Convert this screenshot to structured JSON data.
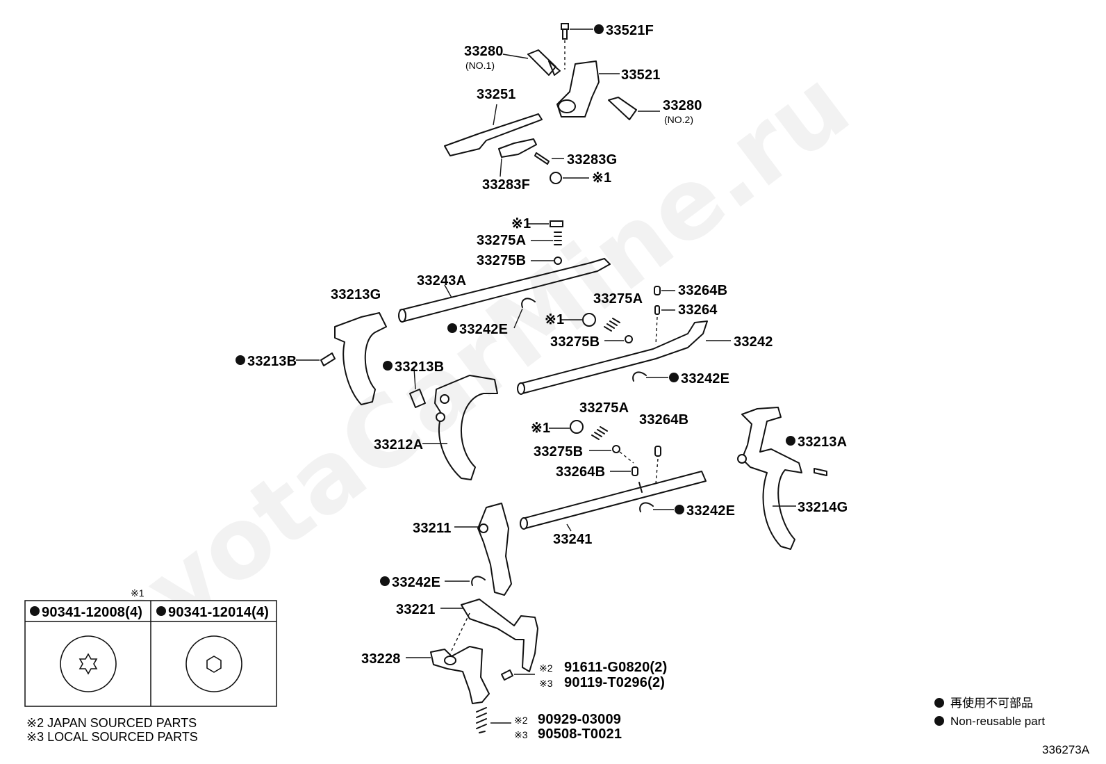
{
  "watermark": "ToyotaCarMine.ru",
  "callouts": {
    "c33521F": "33521F",
    "c33280a": "33280",
    "c33280a_sub": "(NO.1)",
    "c33521": "33521",
    "c33280b": "33280",
    "c33280b_sub": "(NO.2)",
    "c33251": "33251",
    "c33283G": "33283G",
    "c33283F": "33283F",
    "x1_top": "※1",
    "x1_a": "※1",
    "c33275A_a": "33275A",
    "c33275B_a": "33275B",
    "c33243A": "33243A",
    "c33213G": "33213G",
    "c33242E_a": "33242E",
    "c33275A_b": "33275A",
    "c33264B_a": "33264B",
    "c33264": "33264",
    "x1_b": "※1",
    "c33275B_b": "33275B",
    "c33242": "33242",
    "c33213B_a": "33213B",
    "c33213B_b": "33213B",
    "c33242E_b": "33242E",
    "c33275A_c": "33275A",
    "c33264B_b": "33264B",
    "x1_c": "※1",
    "c33212A": "33212A",
    "c33275B_c": "33275B",
    "c33213A": "33213A",
    "c33264B_c": "33264B",
    "c33214G": "33214G",
    "c33242E_c": "33242E",
    "c33211": "33211",
    "c33241": "33241",
    "c33242E_d": "33242E",
    "c33221": "33221",
    "c33228": "33228",
    "x2_a": "※2",
    "p91611": "91611-G0820(2)",
    "x3_a": "※3",
    "p90119": "90119-T0296(2)",
    "x2_b": "※2",
    "p90929": "90929-03009",
    "x3_b": "※3",
    "p90508": "90508-T0021"
  },
  "bolt_table": {
    "marker": "※1",
    "col1": "90341-12008(4)",
    "col2": "90341-12014(4)"
  },
  "notes": {
    "japan": "※2 JAPAN SOURCED PARTS",
    "local": "※3 LOCAL SOURCED PARTS"
  },
  "legend": {
    "jp": "再使用不可部品",
    "en": "Non-reusable part"
  },
  "diagram_id": "336273A"
}
